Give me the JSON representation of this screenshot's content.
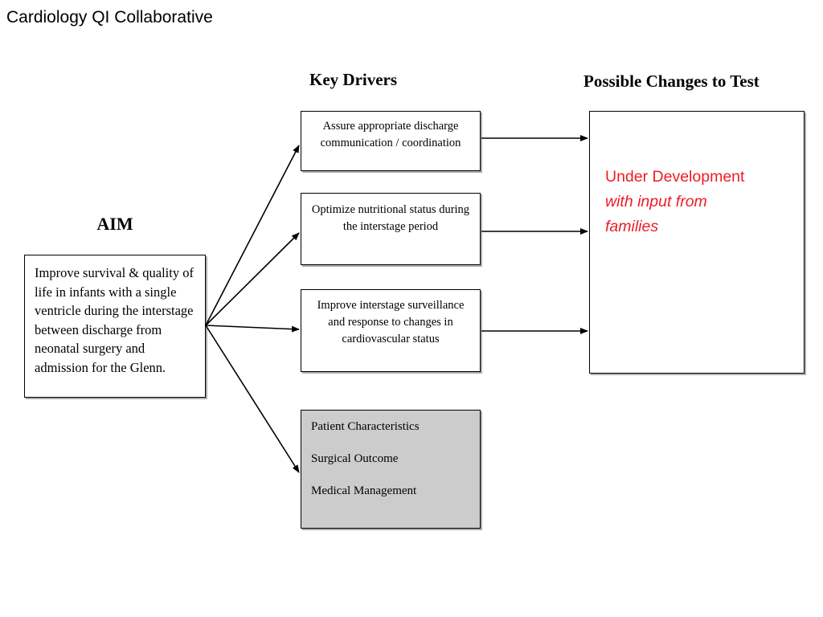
{
  "slide": {
    "title": "Cardiology QI Collaborative"
  },
  "headings": {
    "aim": "AIM",
    "key_drivers": "Key Drivers",
    "possible_changes": "Possible Changes to Test"
  },
  "aim": {
    "text": "Improve survival & quality of life in infants with a single ventricle during the interstage between discharge from neonatal surgery and admission for the Glenn."
  },
  "key_drivers": [
    {
      "text": "Assure appropriate discharge communication / coordination"
    },
    {
      "text": "Optimize nutritional status during the interstage period"
    },
    {
      "text": "Improve interstage surveillance and response to changes in cardiovascular status"
    }
  ],
  "context_box": {
    "lines": [
      "Patient Characteristics",
      "Surgical Outcome",
      "Medical Management"
    ],
    "fill_color": "#cccccc"
  },
  "possible_changes": {
    "line1": "Under Development",
    "line2": "with input from",
    "line3": "families",
    "text_color": "#ee1c25"
  },
  "diagram": {
    "arrow_color": "#000000",
    "box_border_color": "#000000",
    "background_color": "#ffffff"
  }
}
